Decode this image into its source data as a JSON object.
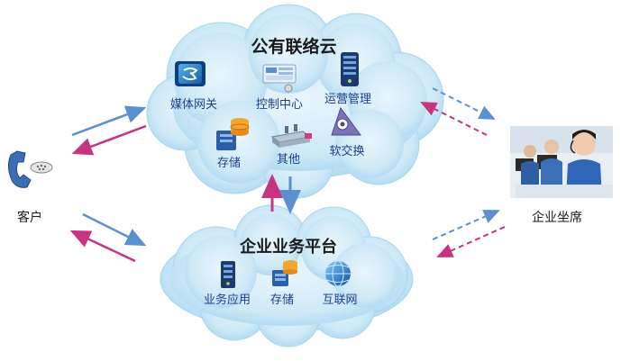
{
  "clouds": {
    "top": {
      "title": "公有联络云",
      "items": {
        "media_gateway": "媒体网关",
        "control_center": "控制中心",
        "operations": "运营管理",
        "storage": "存储",
        "other": "其他",
        "softswitch": "软交换"
      }
    },
    "bottom": {
      "title": "企业业务平台",
      "items": {
        "business_app": "业务应用",
        "storage": "存储",
        "internet": "互联网"
      }
    }
  },
  "actors": {
    "customer": "客户",
    "agent": "企业坐席"
  },
  "colors": {
    "cloud_fill": "#cde9f7",
    "cloud_edge": "#9fd0ee",
    "blue_arrow": "#5b8fd0",
    "magenta_arrow": "#c8347f",
    "text": "#1a1a1a",
    "item_text": "#1f3f8a"
  }
}
